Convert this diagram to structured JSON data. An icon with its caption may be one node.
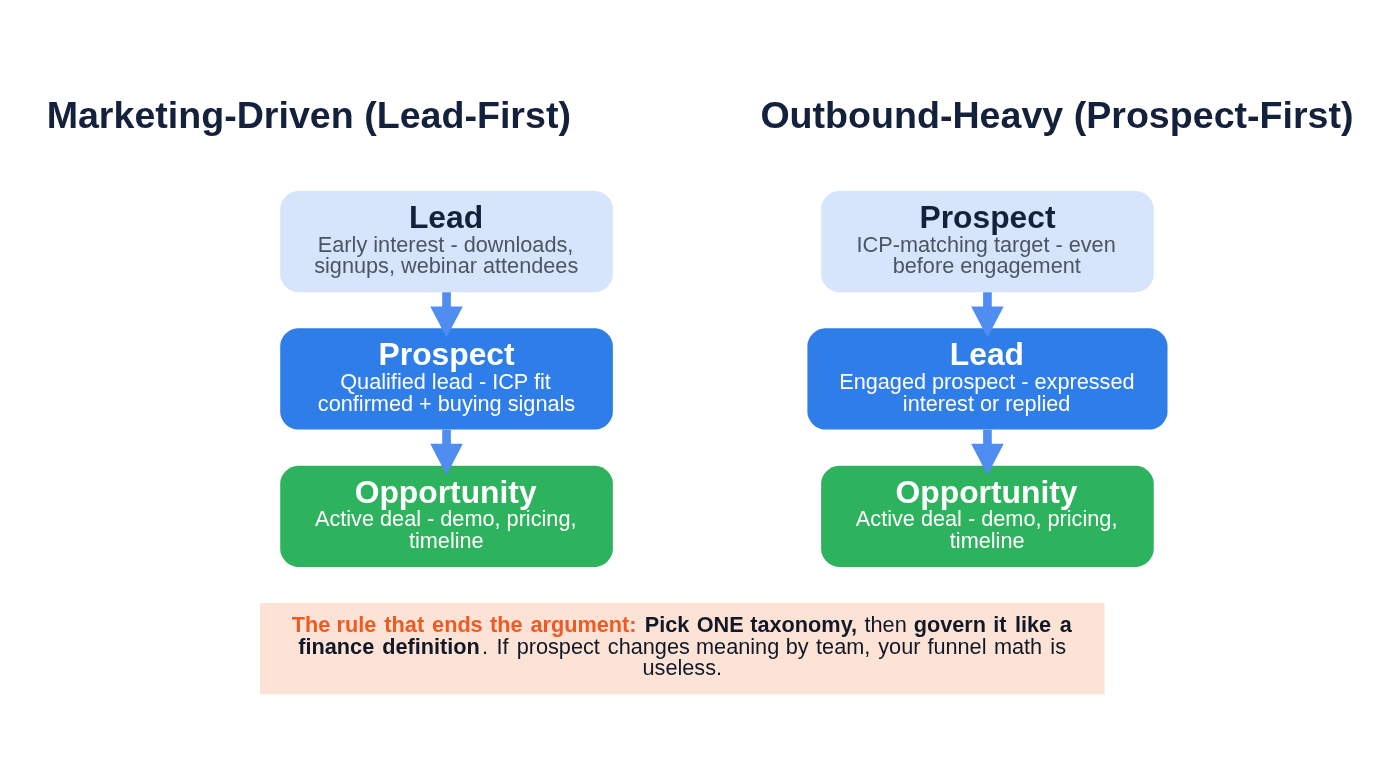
{
  "diagram": {
    "nodes": [
      {
        "text": [
          "Lead",
          "Early interest - downloads, signups, webinar attendees"
        ]
      },
      {
        "text": [
          "Prospect",
          "Qualified lead - ICP fit confirmed + buying signals"
        ]
      },
      {
        "text": [
          "Opportunity",
          "Active deal - demo, pricing, timeline"
        ]
      },
      {
        "text": [
          "Prospect",
          "ICP-matching target - even before engagement"
        ]
      },
      {
        "text": [
          "Lead",
          "Engaged prospect - expressed interest or replied"
        ]
      },
      {
        "text": [
          "Opportunity",
          "Active deal - demo, pricing, timeline"
        ]
      },
      {
        "text": [
          "**The rule that ends the argument:** **Pick ONE taxonomy,** then **govern it like a finance definition**. If prospect changes meaning by team, your funnel math is useless."
        ]
      }
    ],
    "edges": [
      {
        "from": 0,
        "to": 1,
        "arrow": "to"
      },
      {
        "from": 1,
        "to": 2,
        "arrow": "to"
      },
      {
        "from": 3,
        "to": 4,
        "arrow": "to"
      },
      {
        "from": 4,
        "to": 5,
        "arrow": "to"
      }
    ],
    "labels": [
      "Marketing-Driven (Lead-First)",
      "Outbound-Heavy (Prospect-First)"
    ]
  }
}
